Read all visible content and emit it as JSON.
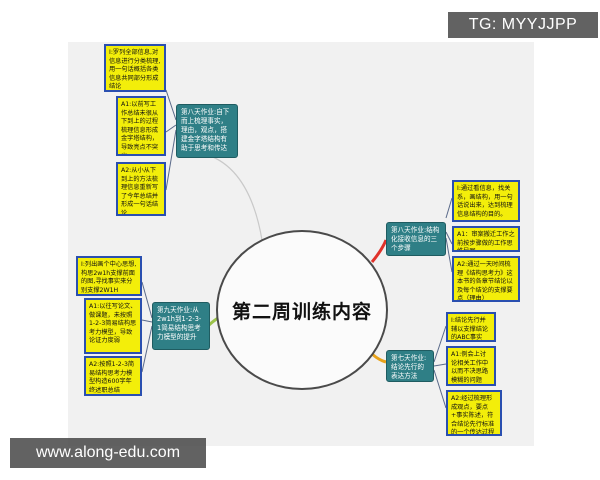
{
  "watermark_top": "TG: MYYJJPP",
  "watermark_bottom": "www.along-edu.com",
  "center_title": "第二周训练内容",
  "colors": {
    "topic": "#2f7f86",
    "note": "#f3ee0a",
    "note_border": "#2a4fb0",
    "link_red": "#e0322a",
    "link_orange": "#e8a21a",
    "link_green": "#9bc24a"
  },
  "topics": {
    "day8_left": "第八天作业:自下而上梳理事实，理由，观点，搭建金字塔结构有助于思考和传达",
    "day8_right": "第八天作业:结构化接收信息的三个步骤",
    "day9": "第九天作业:从2w1h到1-2-3-1简易结构思考力模型的提升",
    "day7": "第七天作业:结论先行的表达方法"
  },
  "notes": {
    "tl_1": "I:罗列全部信息,对信息进行分类梳理,用一句话概括各类信息共同部分形成结论",
    "tl_2": "A1:以前写工作总结未很从下到上的过程梳理信息形成金字塔结构，导致亮点不突出",
    "tl_3": "A2:从小从下到上的方法梳理信息重新写了今年总结并形成一句话结论",
    "r8_1": "I:通过看信息，找关系，画结构，用一句话说出来，达到梳理信息结构的目的。",
    "r8_2": "A1：审案搬迁工作之前按步骤做的工作思维导图",
    "r8_3": "A2:通过一天时间梳理《结构思考力》这本书的各章节结论以及每个结论的支撑要点（理由）",
    "l9_1": "I:列出画个中心思想,构思2w1h支撑前面的图,寻找事实来分别支撑2W1H",
    "l9_2": "A1:以往写论文、做课题，未按照1-2-3简易结构思考力模型，导致论证力度弱",
    "l9_3": "A2:按照1-2-3简易结构思考力模型构造600字年终述职总结",
    "r7_1": "I:结论先行并辅以支撑结论的ABC事实",
    "r7_2": "A1:例会上讨论相关工作中以而不决思路模糊的问题",
    "r7_3": "A2:经过梳理形成观点，要点+事实陈述，符合结论先行标准的一个传达过程"
  }
}
